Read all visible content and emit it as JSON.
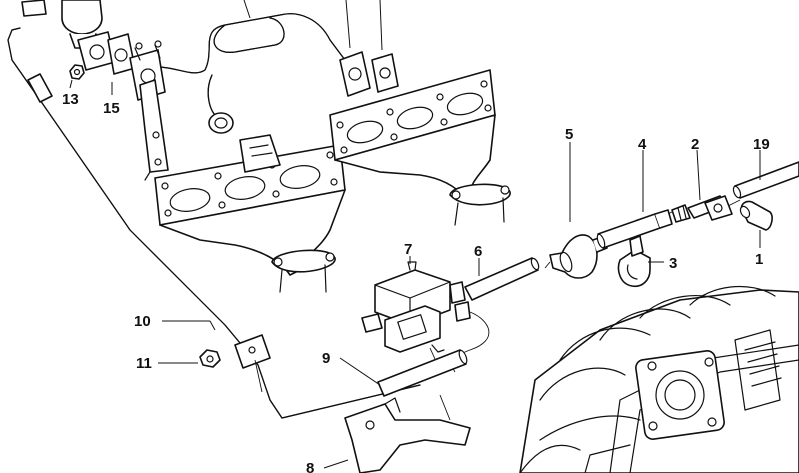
{
  "callouts": {
    "c1": "1",
    "c2": "2",
    "c3": "3",
    "c4": "4",
    "c5": "5",
    "c6": "6",
    "c7": "7",
    "c8": "8",
    "c9": "9",
    "c10": "10",
    "c11": "11",
    "c13": "13",
    "c15": "15",
    "c19": "19"
  }
}
